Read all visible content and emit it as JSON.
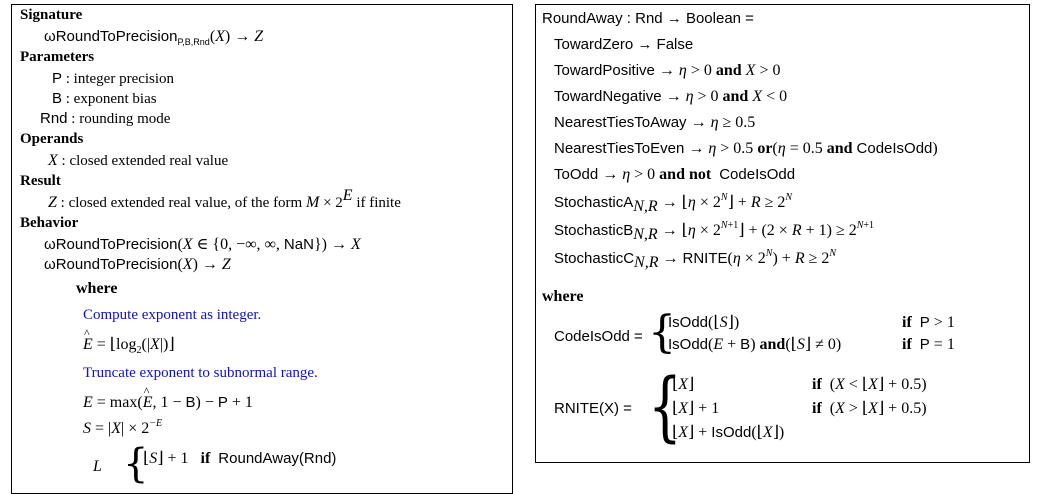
{
  "left": {
    "signature_heading": "Signature",
    "signature_fn": "ωRoundToPrecision",
    "signature_sub": "P,B,Rnd",
    "signature_arg": "(X) → Z",
    "parameters_heading": "Parameters",
    "params": [
      {
        "name": "P",
        "desc": ": integer precision"
      },
      {
        "name": "B",
        "desc": ": exponent bias"
      },
      {
        "name": "Rnd",
        "desc": ": rounding mode"
      }
    ],
    "operands_heading": "Operands",
    "operand_name": "X",
    "operand_desc": ": closed extended real value",
    "result_heading": "Result",
    "result_name": "Z",
    "result_desc": ": closed extended real value, of the form M × 2^E if finite",
    "behavior_heading": "Behavior",
    "behavior_fn": "ωRoundToPrecision",
    "behavior_line1_args": "(X ∈ {0, −∞, ∞, NaN}) → X",
    "behavior_line2_args": "(X) → Z",
    "where_keyword": "where",
    "comment_exponent": "Compute exponent as integer.",
    "eq_ehat": "Ê = ⌊log₂(|X|)⌋",
    "comment_truncate": "Truncate exponent to subnormal range.",
    "eq_e": "E = max(Ê, 1 − B) − P + 1",
    "eq_s": "S = |X| × 2^−E",
    "eq_m_case1": "⌊S⌋ + 1",
    "eq_m_case1_cond_kw": "if",
    "eq_m_case1_cond": "RoundAway(Rnd)",
    "eq_m_lhs": "L"
  },
  "right": {
    "header": "RoundAway : Rnd → Boolean =",
    "modes": [
      {
        "name": "TowardZero",
        "rule": "→ False"
      },
      {
        "name": "TowardPositive",
        "rule": "→ η > 0 and X > 0"
      },
      {
        "name": "TowardNegative",
        "rule": "→ η > 0 and X < 0"
      },
      {
        "name": "NearestTiesToAway",
        "rule": "→ η ≥ 0.5"
      },
      {
        "name": "NearestTiesToEven",
        "rule": "→ η > 0.5 or (η = 0.5 and CodeIsOdd)"
      },
      {
        "name": "ToOdd",
        "rule": "→ η > 0 and not CodeIsOdd"
      },
      {
        "name": "StochasticA",
        "sub": "N,R",
        "rule": "→ ⌊η × 2^N⌋ + R ≥ 2^N"
      },
      {
        "name": "StochasticB",
        "sub": "N,R",
        "rule": "→ ⌊η × 2^(N+1)⌋ + (2 × R + 1) ≥ 2^(N+1)"
      },
      {
        "name": "StochasticC",
        "sub": "N,R",
        "rule": "→ RNITE(η × 2^N) + R ≥ 2^N"
      }
    ],
    "where_keyword": "where",
    "codeisodd_lhs": "CodeIsOdd =",
    "codeisodd_cases": [
      {
        "value": "IsOdd(⌊S⌋)",
        "cond": "if P > 1"
      },
      {
        "value": "IsOdd(E + B) and (⌊S⌋ ≠ 0)",
        "cond": "if P = 1"
      }
    ],
    "rnite_lhs": "RNITE(X) =",
    "rnite_cases": [
      {
        "value": "⌊X⌋",
        "cond": "if (X < ⌊X⌋ + 0.5)"
      },
      {
        "value": "⌊X⌋ + 1",
        "cond": "if (X > ⌊X⌋ + 0.5)"
      },
      {
        "value": "⌊X⌋ + IsOdd(⌊X⌋)",
        "cond": ""
      }
    ]
  }
}
